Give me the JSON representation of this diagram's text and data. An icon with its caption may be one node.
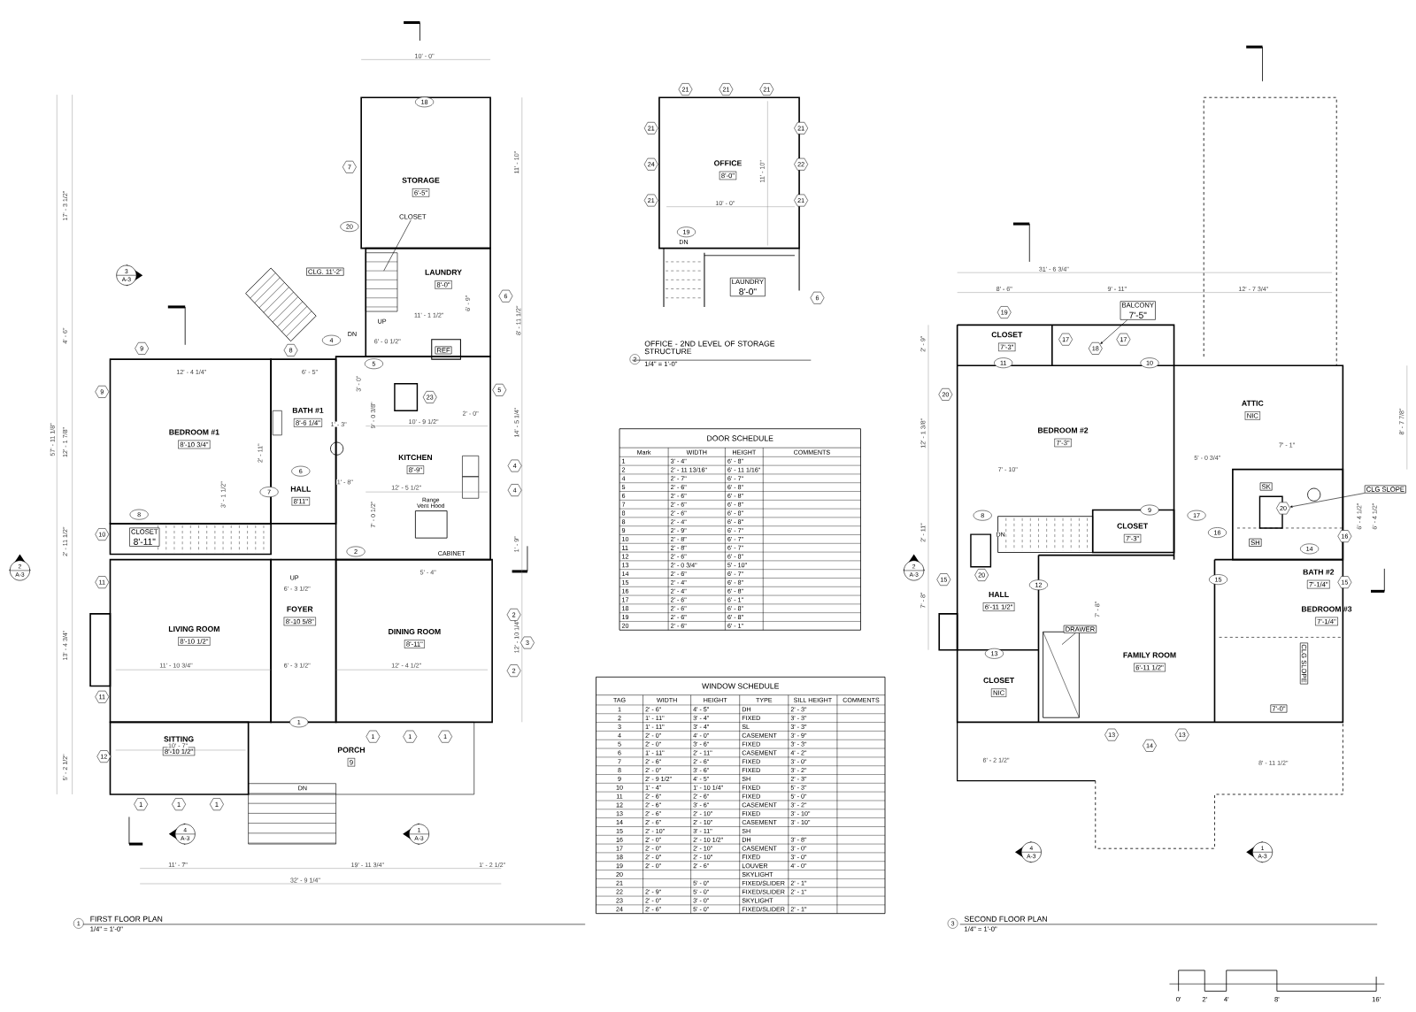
{
  "diagram": {
    "nodes": [
      {
        "text": [
          "STORAGE",
          "6'-5\""
        ]
      },
      {
        "text": [
          "CLOSET"
        ]
      },
      {
        "text": [
          "CLG. 11'-2\""
        ]
      },
      {
        "text": [
          "LAUNDRY",
          "8'-0\""
        ]
      },
      {
        "text": [
          "REF"
        ]
      },
      {
        "text": [
          "BEDROOM #1",
          "8'-10 3/4\""
        ]
      },
      {
        "text": [
          "BATH #1",
          "8'-6 1/4\""
        ]
      },
      {
        "text": [
          "KITCHEN",
          "8'-9\""
        ]
      },
      {
        "text": [
          "HALL",
          "8'11\""
        ]
      },
      {
        "text": [
          "CLOSET",
          "8'-11\""
        ]
      },
      {
        "text": [
          "LIVING ROOM",
          "8'-10 1/2\""
        ]
      },
      {
        "text": [
          "FOYER",
          "8'-10 5/8\""
        ]
      },
      {
        "text": [
          "DINING ROOM",
          "8'-11\""
        ]
      },
      {
        "text": [
          "SITTING",
          "8'-10 1/2\""
        ]
      },
      {
        "text": [
          "PORCH",
          "9"
        ]
      },
      {
        "text": [
          "OFFICE",
          "8'-0\""
        ]
      },
      {
        "text": [
          "LAUNDRY",
          "8'-0\""
        ]
      },
      {
        "text": [
          "CLOSET",
          "7'-3\""
        ]
      },
      {
        "text": [
          "BALCONY",
          "7'-5\""
        ]
      },
      {
        "text": [
          "BEDROOM #2",
          "7'-3\""
        ]
      },
      {
        "text": [
          "ATTIC",
          "NIC"
        ]
      },
      {
        "text": [
          "SK"
        ]
      },
      {
        "text": [
          "CLG SLOPE"
        ]
      },
      {
        "text": [
          "CLOSET",
          "7'-3\""
        ]
      },
      {
        "text": [
          "SH"
        ]
      },
      {
        "text": [
          "BATH #2",
          "7'-1/4\""
        ]
      },
      {
        "text": [
          "HALL",
          "6'-11 1/2\""
        ]
      },
      {
        "text": [
          "BEDROOM #3",
          "7'-1/4\""
        ]
      },
      {
        "text": [
          "DRAWER"
        ]
      },
      {
        "text": [
          "FAMILY ROOM",
          "6'-11 1/2\""
        ]
      },
      {
        "text": [
          "CLG SLOPE"
        ]
      },
      {
        "text": [
          "CLOSET",
          "NIC"
        ]
      },
      {
        "text": [
          "7'-0\""
        ]
      },
      {
        "text": [
          "18"
        ]
      },
      {
        "text": [
          "20"
        ]
      }
    ],
    "edges": [
      {
        "from": 1,
        "to": null,
        "arrow": "none"
      },
      {
        "from": 18,
        "to": 33,
        "arrow": "to"
      },
      {
        "from": 22,
        "to": 34,
        "arrow": "to"
      },
      {
        "from": 28,
        "to": null,
        "arrow": "none"
      }
    ],
    "labels": [
      "10' - 0\"",
      "17' - 3 1/2\"",
      "4' - 6\"",
      "12' - 1 7/8\"",
      "2' - 11 1/2\"",
      "13' - 4 3/4\"",
      "5' - 2 1/2\"",
      "57' - 11 1/8\"",
      "11' - 10\"",
      "8' - 11 1/2\"",
      "14' - 5 1/4\"",
      "1' - 9\"",
      "12' - 10 1/4\"",
      "6' - 9\"",
      "11' - 1 1/2\"",
      "6' - 0 1/2\"",
      "12' - 4 1/4\"",
      "6' - 5\"",
      "3' - 0\"",
      "1' - 3\"",
      "2' - 11\"",
      "3' - 1 1/2\"",
      "1' - 8\"",
      "10' - 9 1/2\"",
      "2' - 0\"",
      "12' - 5 1/2\"",
      "9' - 0 3/8\"",
      "7' - 0 1/2\"",
      "5' - 4\"",
      "6' - 3 1/2\"",
      "11' - 10 3/4\"",
      "6' - 3 1/2\"",
      "12' - 4 1/2\"",
      "10' - 7\"",
      "11' - 7\"",
      "19' - 11 3/4\"",
      "1' - 2 1/2\"",
      "32' - 9 1/4\"",
      "UP",
      "DN",
      "UP",
      "DN",
      "Range Vent Hood",
      "CABINET",
      "18",
      "7",
      "20",
      "6",
      "4",
      "9",
      "8",
      "5",
      "9",
      "5",
      "23",
      "4",
      "6",
      "7",
      "4",
      "8",
      "10",
      "2",
      "11",
      "2",
      "3",
      "2",
      "11",
      "1",
      "1",
      "1",
      "1",
      "12",
      "1",
      "1",
      "1",
      "3",
      "A-3",
      "2",
      "A-3",
      "4",
      "A-3",
      "1",
      "A-3",
      "1",
      "FIRST FLOOR PLAN",
      "1/4\" = 1'-0\"",
      "21",
      "21",
      "21",
      "21",
      "24",
      "21",
      "21",
      "22",
      "21",
      "19",
      "DN",
      "10' - 0\"",
      "11' - 10\"",
      "6",
      "2",
      "OFFICE - 2ND LEVEL OF STORAGE STRUCTURE",
      "1/4\" = 1'-0\"",
      "31' - 6 3/4\"",
      "8' - 6\"",
      "9' - 11\"",
      "12' - 7 3/4\"",
      "2' - 9\"",
      "12' - 1 3/8\"",
      "2' - 11\"",
      "7' - 8\"",
      "8' - 7 7/8\"",
      "6' - 4 1/2\"",
      "6' - 4 1/2\"",
      "7' - 10\"",
      "5' - 0 3/4\"",
      "7' - 1\"",
      "7' - 8\"",
      "6' - 2 1/2\"",
      "8' - 11 1/2\"",
      "DN",
      "19",
      "17",
      "17",
      "11",
      "10",
      "20",
      "9",
      "8",
      "17",
      "16",
      "16",
      "14",
      "20",
      "15",
      "15",
      "15",
      "12",
      "13",
      "13",
      "14",
      "13",
      "2",
      "A-3",
      "4",
      "A-3",
      "1",
      "A-3",
      "3",
      "SECOND FLOOR PLAN",
      "1/4\" = 1'-0\"",
      "0'",
      "2'",
      "4'",
      "8'",
      "16'",
      "DOOR SCHEDULE",
      "Mark",
      "WIDTH",
      "HEIGHT",
      "COMMENTS",
      "1",
      "3' - 4\"",
      "6' - 8\"",
      "2",
      "2' - 11 13/16\"",
      "6' - 11 1/16\"",
      "4",
      "2' - 7\"",
      "6' - 7\"",
      "5",
      "2' - 6\"",
      "6' - 8\"",
      "6",
      "2' - 6\"",
      "6' - 8\"",
      "7",
      "2' - 6\"",
      "6' - 8\"",
      "8",
      "2' - 6\"",
      "6' - 8\"",
      "8",
      "2' - 4\"",
      "6' - 8\"",
      "9",
      "2' - 9\"",
      "6' - 7\"",
      "10",
      "2' - 8\"",
      "6' - 7\"",
      "11",
      "2' - 8\"",
      "6' - 7\"",
      "12",
      "2' - 6\"",
      "6' - 8\"",
      "13",
      "2' - 0 3/4\"",
      "5' - 10\"",
      "14",
      "2' - 6\"",
      "6' - 7\"",
      "15",
      "2' - 4\"",
      "6' - 8\"",
      "16",
      "2' - 4\"",
      "6' - 8\"",
      "17",
      "2' - 6\"",
      "6' - 1\"",
      "18",
      "2' - 6\"",
      "6' - 8\"",
      "19",
      "2' - 6\"",
      "6' - 8\"",
      "20",
      "2' - 6\"",
      "6' - 1\"",
      "WINDOW SCHEDULE",
      "TAG",
      "WIDTH",
      "HEIGHT",
      "TYPE",
      "SILL HEIGHT",
      "COMMENTS",
      "1",
      "2' - 6\"",
      "4' - 5\"",
      "DH",
      "2' - 3\"",
      "2",
      "1' - 11\"",
      "3' - 4\"",
      "FIXED",
      "3' - 3\"",
      "3",
      "1' - 11\"",
      "3' - 4\"",
      "SL",
      "3' - 3\"",
      "4",
      "2' - 0\"",
      "4' - 0\"",
      "CASEMENT",
      "3' - 9\"",
      "5",
      "2' - 0\"",
      "3' - 6\"",
      "FIXED",
      "3' - 3\"",
      "6",
      "1' - 11\"",
      "2' - 11\"",
      "CASEMENT",
      "4' - 2\"",
      "7",
      "2' - 6\"",
      "2' - 6\"",
      "FIXED",
      "3' - 0\"",
      "8",
      "2' - 0\"",
      "3' - 6\"",
      "FIXED",
      "3' - 2\"",
      "9",
      "2' - 9 1/2\"",
      "4' - 5\"",
      "SH",
      "2' - 3\"",
      "10",
      "1' - 4\"",
      "1' - 10 1/4\"",
      "FIXED",
      "5' - 3\"",
      "11",
      "2' - 6\"",
      "2' - 6\"",
      "FIXED",
      "5' - 0\"",
      "12",
      "2' - 6\"",
      "3' - 6\"",
      "CASEMENT",
      "3' - 2\"",
      "13",
      "2' - 6\"",
      "2' - 10\"",
      "FIXED",
      "3' - 10\"",
      "14",
      "2' - 6\"",
      "2' - 10\"",
      "CASEMENT",
      "3' - 10\"",
      "15",
      "2' - 10\"",
      "3' - 11\"",
      "SH",
      "16",
      "2' - 0\"",
      "2' - 10 1/2\"",
      "DH",
      "3' - 8\"",
      "17",
      "2' - 0\"",
      "2' - 10\"",
      "CASEMENT",
      "3' - 0\"",
      "18",
      "2' - 0\"",
      "2' - 10\"",
      "FIXED",
      "3' - 0\"",
      "19",
      "2' - 0\"",
      "2' - 6\"",
      "LOUVER",
      "4' - 0\"",
      "20",
      "SKYLIGHT",
      "21",
      "5' - 0\"",
      "FIXED/SLIDER",
      "2' - 1\"",
      "22",
      "2' - 9\"",
      "5' - 0\"",
      "FIXED/SLIDER",
      "2' - 1\"",
      "23",
      "2' - 0\"",
      "3' - 0\"",
      "SKYLIGHT",
      "24",
      "2' - 6\"",
      "5' - 0\"",
      "FIXED/SLIDER",
      "2' - 1\""
    ]
  }
}
